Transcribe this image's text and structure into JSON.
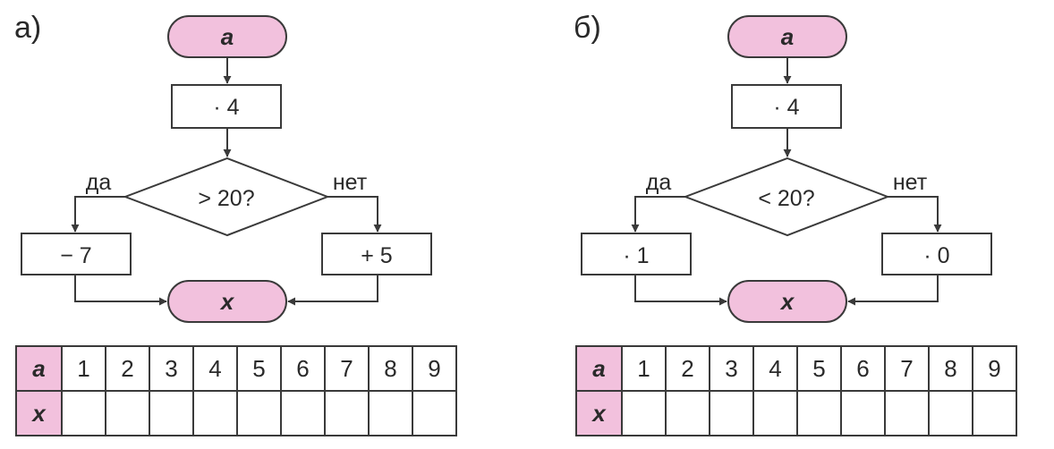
{
  "panels": [
    {
      "label": "а)",
      "start": "a",
      "step1": "· 4",
      "condition": "> 20?",
      "yes_label": "да",
      "no_label": "нет",
      "yes_op": "− 7",
      "no_op": "+ 5",
      "end": "x",
      "table": {
        "row_a_label": "a",
        "row_x_label": "x",
        "a_values": [
          "1",
          "2",
          "3",
          "4",
          "5",
          "6",
          "7",
          "8",
          "9"
        ],
        "x_values": [
          "",
          "",
          "",
          "",
          "",
          "",
          "",
          "",
          ""
        ]
      }
    },
    {
      "label": "б)",
      "start": "a",
      "step1": "· 4",
      "condition": "< 20?",
      "yes_label": "да",
      "no_label": "нет",
      "yes_op": "· 1",
      "no_op": "· 0",
      "end": "x",
      "table": {
        "row_a_label": "a",
        "row_x_label": "x",
        "a_values": [
          "1",
          "2",
          "3",
          "4",
          "5",
          "6",
          "7",
          "8",
          "9"
        ],
        "x_values": [
          "",
          "",
          "",
          "",
          "",
          "",
          "",
          "",
          ""
        ]
      }
    }
  ],
  "colors": {
    "terminal_fill": "#f2c1dd",
    "stroke": "#3a3a3a",
    "text": "#2a2a2a"
  }
}
